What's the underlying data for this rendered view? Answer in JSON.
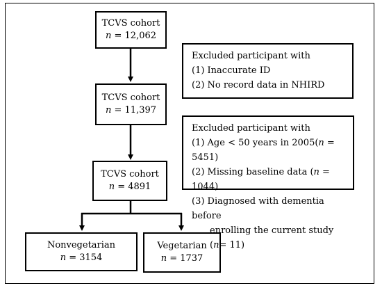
{
  "figure": {
    "nodes": [
      {
        "id": "cohort1",
        "title": "TCVS cohort",
        "n_label": "n",
        "n_value": "= 12,062"
      },
      {
        "id": "cohort2",
        "title": "TCVS cohort",
        "n_label": "n",
        "n_value": "= 11,397"
      },
      {
        "id": "cohort3",
        "title": "TCVS cohort",
        "n_label": "n",
        "n_value": "= 4891"
      },
      {
        "id": "nonveg",
        "title": "Nonvegetarian",
        "n_label": "n",
        "n_value": "= 3154"
      },
      {
        "id": "veg",
        "title": "Vegetarian",
        "n_label": "n",
        "n_value": "= 1737"
      }
    ],
    "exclusion1": {
      "heading": "Excluded participant with",
      "items": [
        "(1) Inaccurate ID",
        "(2) No record data in NHIRD"
      ]
    },
    "exclusion2": {
      "heading": "Excluded participant with",
      "item1_pre": "(1) Age < 50 years in 2005(",
      "item1_n": "n",
      "item1_post": " = 5451)",
      "item2_pre": "(2) Missing baseline data (",
      "item2_n": "n",
      "item2_post": " = 1044)",
      "item3_line1": "(3) Diagnosed with dementia before",
      "item3_pre": "enrolling the current study (",
      "item3_n": "n",
      "item3_post": "= 11)"
    },
    "edges": [
      {
        "from": "cohort1",
        "to": "cohort2"
      },
      {
        "from": "cohort2",
        "to": "cohort3"
      },
      {
        "from": "cohort3",
        "to": "nonveg"
      },
      {
        "from": "cohort3",
        "to": "veg"
      }
    ]
  }
}
